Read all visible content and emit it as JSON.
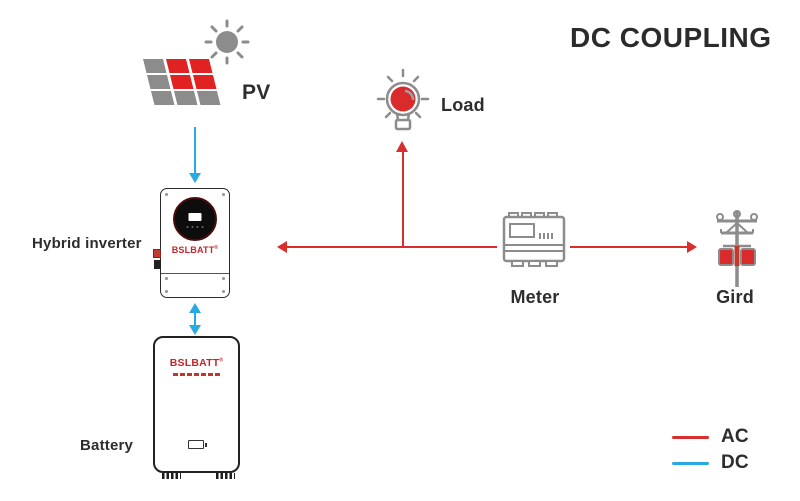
{
  "title": "DC COUPLING",
  "nodes": {
    "pv": {
      "label": "PV"
    },
    "load": {
      "label": "Load"
    },
    "inverter": {
      "label": "Hybrid inverter",
      "brand": "BSLBATT",
      "brand_mark": "®"
    },
    "battery": {
      "label": "Battery",
      "brand": "BSLBATT",
      "brand_mark": "®"
    },
    "meter": {
      "label": "Meter"
    },
    "grid": {
      "label": "Gird"
    }
  },
  "legend": {
    "ac": {
      "label": "AC",
      "color": "#d92e2e"
    },
    "dc": {
      "label": "DC",
      "color": "#29a9e1"
    }
  },
  "colors": {
    "ac_red": "#d92e2e",
    "dc_blue": "#29a9e1",
    "icon_gray": "#8c8c8c",
    "brand_red": "#c4242b",
    "panel_red": "#e02222",
    "text_dark": "#2d2d2d"
  },
  "icons": {
    "sun": "sun-icon",
    "solar_panel": "solar-panel-icon",
    "load": "light-bulb-icon",
    "meter": "energy-meter-icon",
    "grid": "power-pole-icon"
  }
}
